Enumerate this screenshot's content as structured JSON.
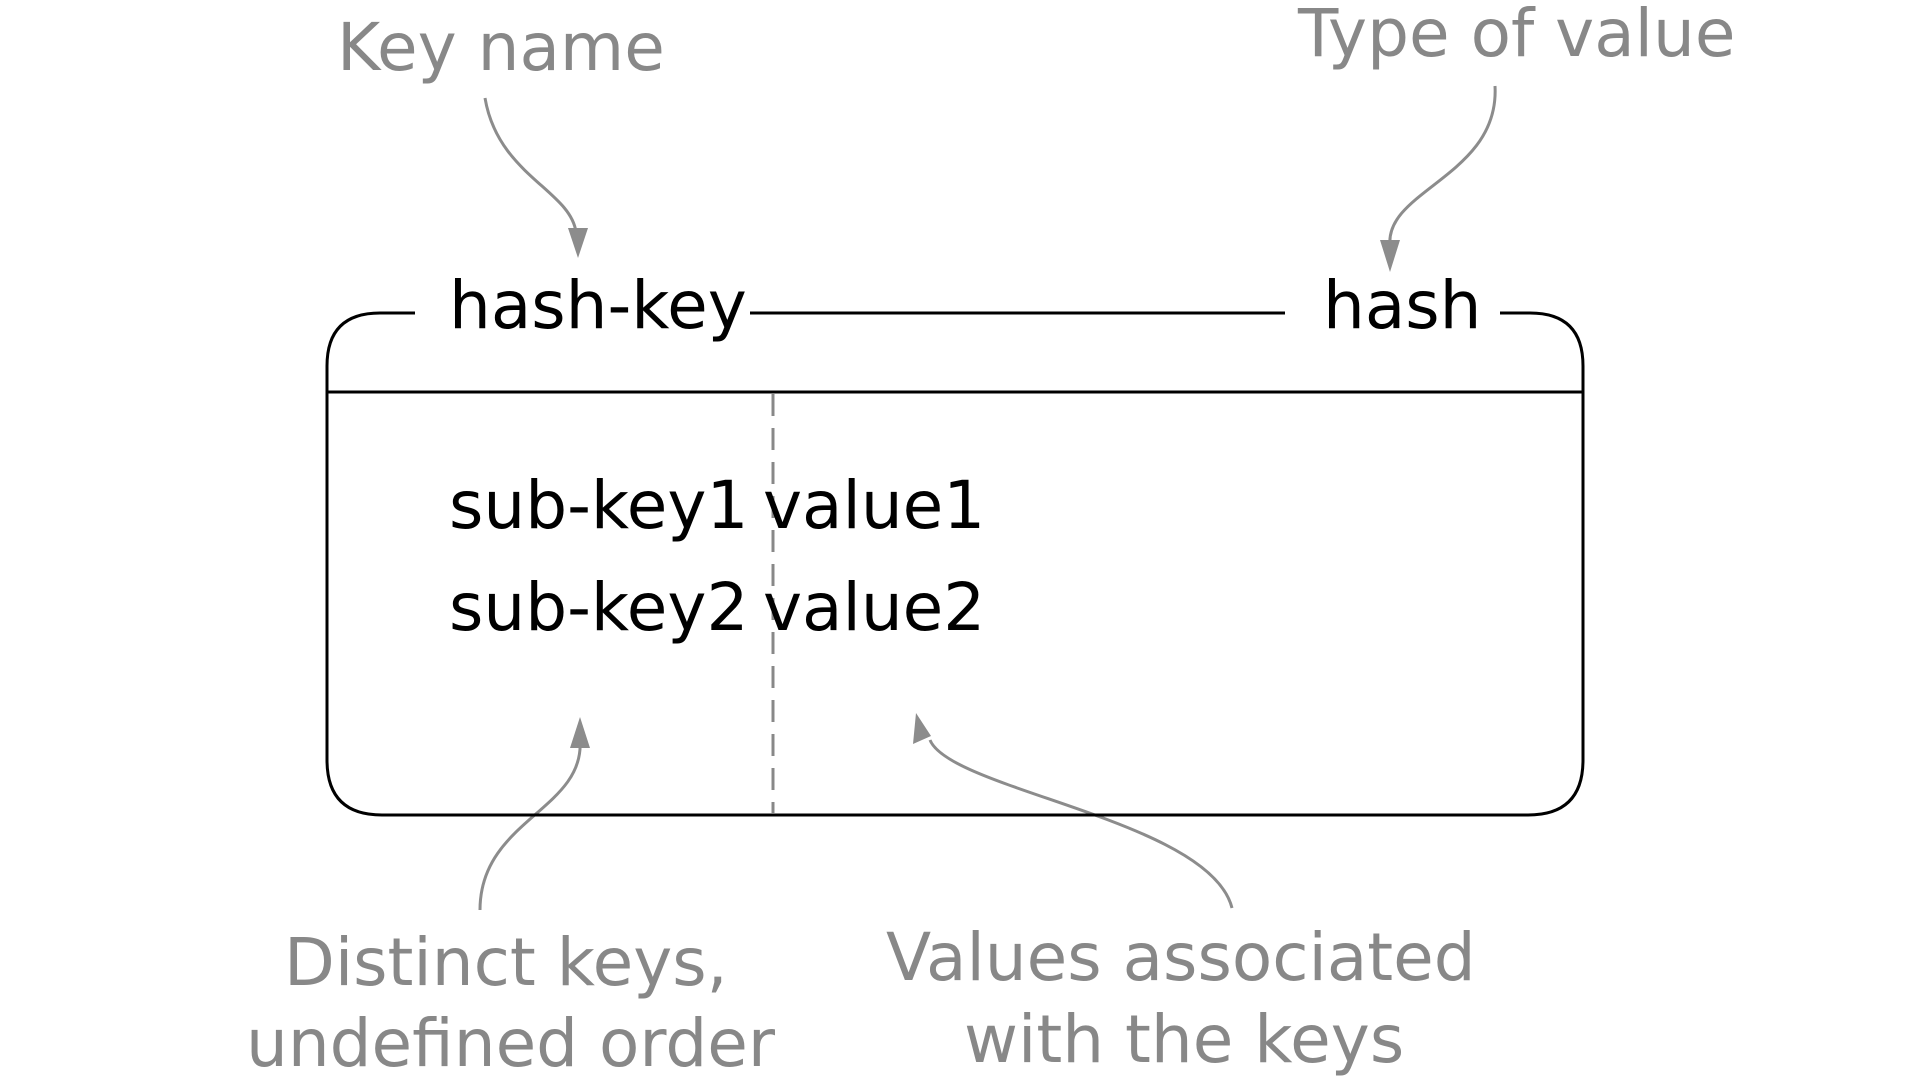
{
  "annotations": {
    "key_name": "Key name",
    "type_of_value": "Type of value",
    "distinct_keys_line1": "Distinct keys,",
    "distinct_keys_line2": "undefined order",
    "values_assoc_line1": "Values associated",
    "values_assoc_line2": "with the keys"
  },
  "header": {
    "key": "hash-key",
    "type": "hash"
  },
  "entries": [
    {
      "sub_key": "sub-key1",
      "value": "value1"
    },
    {
      "sub_key": "sub-key2",
      "value": "value2"
    }
  ],
  "colors": {
    "annotation_text": "#888888",
    "arrow": "#8c8c8c",
    "box": "#000000",
    "divider": "#888888"
  }
}
